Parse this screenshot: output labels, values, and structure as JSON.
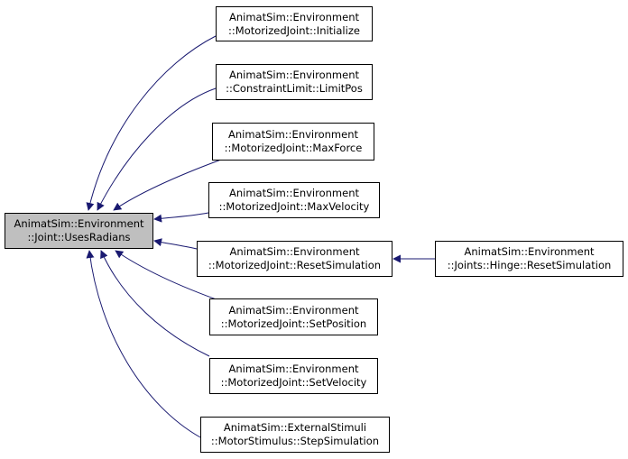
{
  "colors": {
    "edge": "#191970",
    "focus_fill": "#bfbfbf",
    "node_fill": "#ffffff",
    "node_border": "#000000"
  },
  "nodes": {
    "focus": {
      "line1": "AnimatSim::Environment",
      "line2": "::Joint::UsesRadians"
    },
    "initialize": {
      "line1": "AnimatSim::Environment",
      "line2": "::MotorizedJoint::Initialize"
    },
    "limitpos": {
      "line1": "AnimatSim::Environment",
      "line2": "::ConstraintLimit::LimitPos"
    },
    "maxforce": {
      "line1": "AnimatSim::Environment",
      "line2": "::MotorizedJoint::MaxForce"
    },
    "maxvelocity": {
      "line1": "AnimatSim::Environment",
      "line2": "::MotorizedJoint::MaxVelocity"
    },
    "resetsim": {
      "line1": "AnimatSim::Environment",
      "line2": "::MotorizedJoint::ResetSimulation"
    },
    "hinge_resetsim": {
      "line1": "AnimatSim::Environment",
      "line2": "::Joints::Hinge::ResetSimulation"
    },
    "setposition": {
      "line1": "AnimatSim::Environment",
      "line2": "::MotorizedJoint::SetPosition"
    },
    "setvelocity": {
      "line1": "AnimatSim::Environment",
      "line2": "::MotorizedJoint::SetVelocity"
    },
    "stepsim": {
      "line1": "AnimatSim::ExternalStimuli",
      "line2": "::MotorStimulus::StepSimulation"
    }
  }
}
